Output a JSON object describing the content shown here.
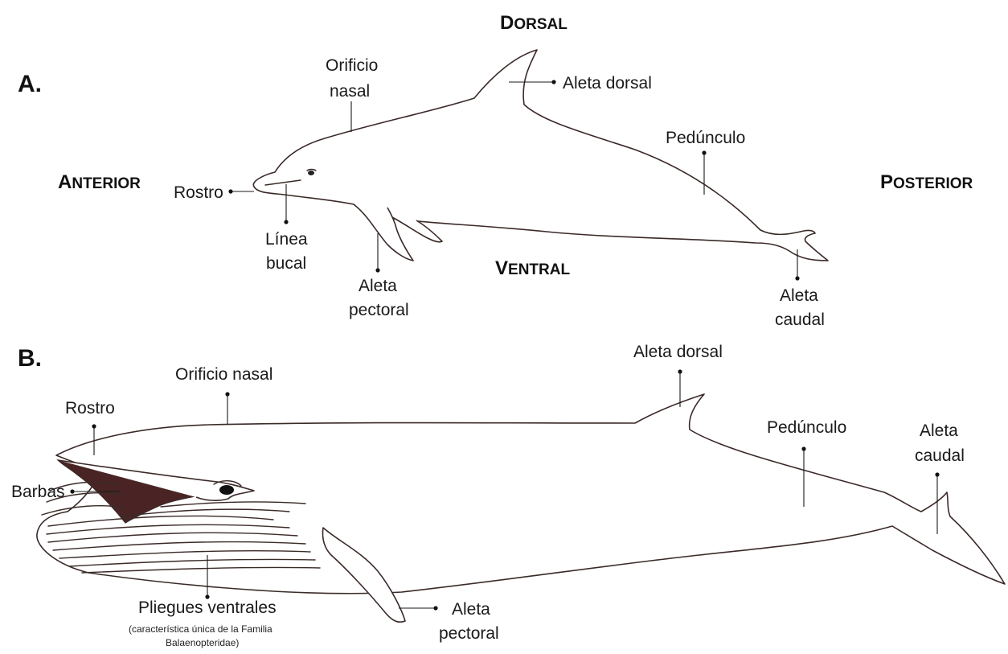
{
  "panels": {
    "a": "A.",
    "b": "B."
  },
  "orientation": {
    "dorsal": {
      "first": "D",
      "rest": "ORSAL"
    },
    "ventral": {
      "first": "V",
      "rest": "ENTRAL"
    },
    "anterior": {
      "first": "A",
      "rest": "NTERIOR"
    },
    "posterior": {
      "first": "P",
      "rest": "OSTERIOR"
    }
  },
  "dolphin": {
    "orificio_nasal": [
      "Orificio",
      "nasal"
    ],
    "aleta_dorsal": "Aleta dorsal",
    "peduncle": "Pedúnculo",
    "rostro": "Rostro",
    "linea_bucal": [
      "Línea",
      "bucal"
    ],
    "aleta_pectoral": [
      "Aleta",
      "pectoral"
    ],
    "aleta_caudal": [
      "Aleta",
      "caudal"
    ]
  },
  "whale": {
    "orificio_nasal": "Orificio nasal",
    "aleta_dorsal": "Aleta dorsal",
    "rostro": "Rostro",
    "barbas": "Barbas",
    "peduncle": "Pedúnculo",
    "aleta_caudal": [
      "Aleta",
      "caudal"
    ],
    "pliegues": "Pliegues ventrales",
    "pliegues_note": [
      "(característica única de la Familia",
      "Balaenopteridae)"
    ],
    "aleta_pectoral": [
      "Aleta",
      "pectoral"
    ]
  },
  "colors": {
    "outline": "#3a2a28",
    "baleen": "#4a2424",
    "text": "#111111"
  }
}
